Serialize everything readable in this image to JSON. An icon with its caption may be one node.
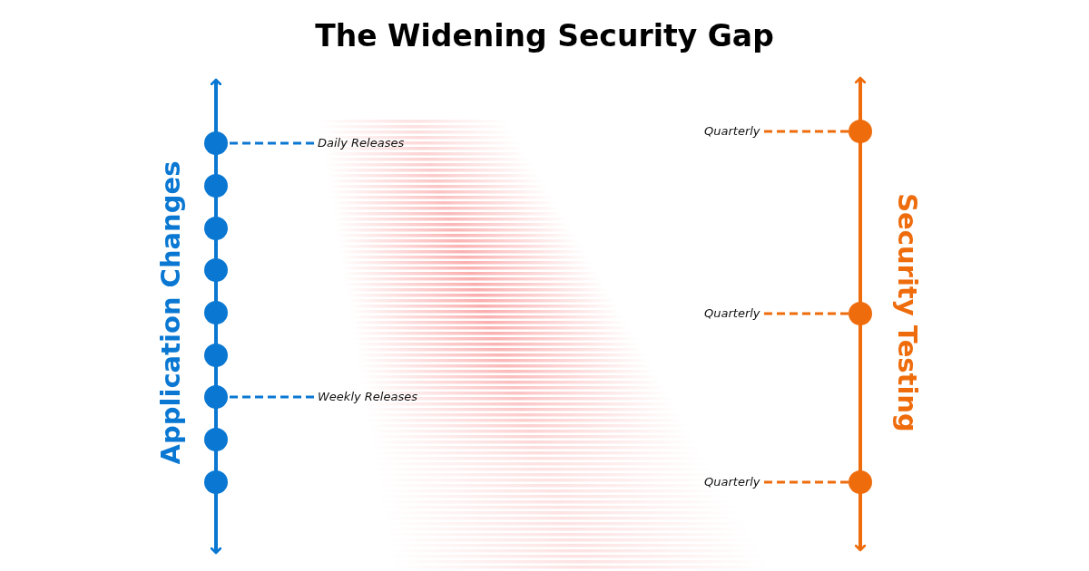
{
  "diagram": {
    "title": "The Widening Security Gap",
    "nodes": [
      {
        "text": [],
        "shape": "circle"
      },
      {
        "text": [],
        "shape": "circle"
      },
      {
        "text": [],
        "shape": "circle"
      },
      {
        "text": [],
        "shape": "circle"
      },
      {
        "text": [],
        "shape": "circle"
      },
      {
        "text": [],
        "shape": "circle"
      },
      {
        "text": [],
        "shape": "circle"
      },
      {
        "text": [],
        "shape": "circle"
      },
      {
        "text": [],
        "shape": "circle"
      },
      {
        "text": [
          "Daily Releases"
        ]
      },
      {
        "text": [
          "Weekly Releases"
        ]
      },
      {
        "text": [],
        "shape": "circle"
      },
      {
        "text": [],
        "shape": "circle"
      },
      {
        "text": [],
        "shape": "circle"
      },
      {
        "text": [
          "Quarterly"
        ]
      },
      {
        "text": [
          "Quarterly"
        ]
      },
      {
        "text": [
          "Quarterly"
        ]
      }
    ],
    "edges": [
      {
        "from": 9,
        "to": 0,
        "arrow": "none",
        "style": "dashed",
        "color": "#0a78d2"
      },
      {
        "from": 10,
        "to": 6,
        "arrow": "none",
        "style": "dashed",
        "color": "#0a78d2"
      },
      {
        "from": 14,
        "to": 11,
        "arrow": "none",
        "style": "dashed",
        "color": "#ee6c0c"
      },
      {
        "from": 15,
        "to": 12,
        "arrow": "none",
        "style": "dashed",
        "color": "#ee6c0c"
      },
      {
        "from": 16,
        "to": 13,
        "arrow": "none",
        "style": "dashed",
        "color": "#ee6c0c"
      }
    ],
    "labels": [
      "Application Changes",
      "Security Testing"
    ]
  }
}
